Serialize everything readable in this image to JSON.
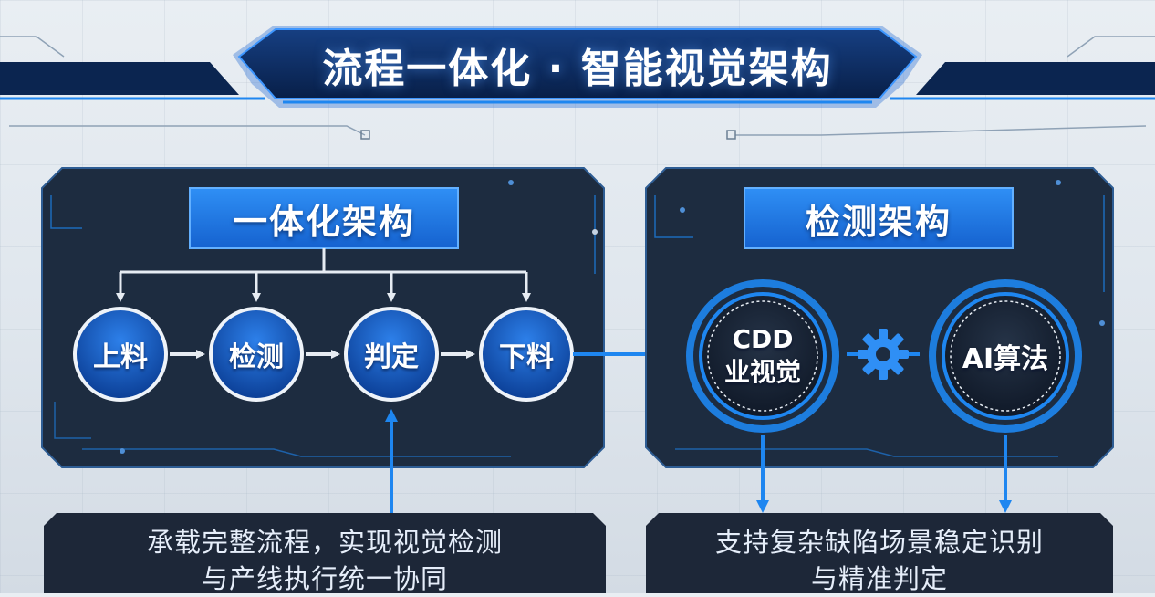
{
  "title": "流程一体化 · 智能视觉架构",
  "left_panel": {
    "label": "一体化架构",
    "nodes": [
      "上料",
      "检测",
      "判定",
      "下料"
    ],
    "caption_line1": "承载完整流程，实现视觉检测",
    "caption_line2": "与产线执行统一协同"
  },
  "right_panel": {
    "label": "检测架构",
    "node_cdd_line1": "CDD",
    "node_cdd_line2": "业视觉",
    "node_ai": "AI算法",
    "center_icon": "gear-icon",
    "caption_line1": "支持复杂缺陷场景稳定识别",
    "caption_line2": "与精准判定"
  },
  "colors": {
    "accent": "#1e7fe6",
    "panel_bg": "#1d2c40",
    "title_bg": "#0b2a5c",
    "node_fill": "#1158c0"
  }
}
